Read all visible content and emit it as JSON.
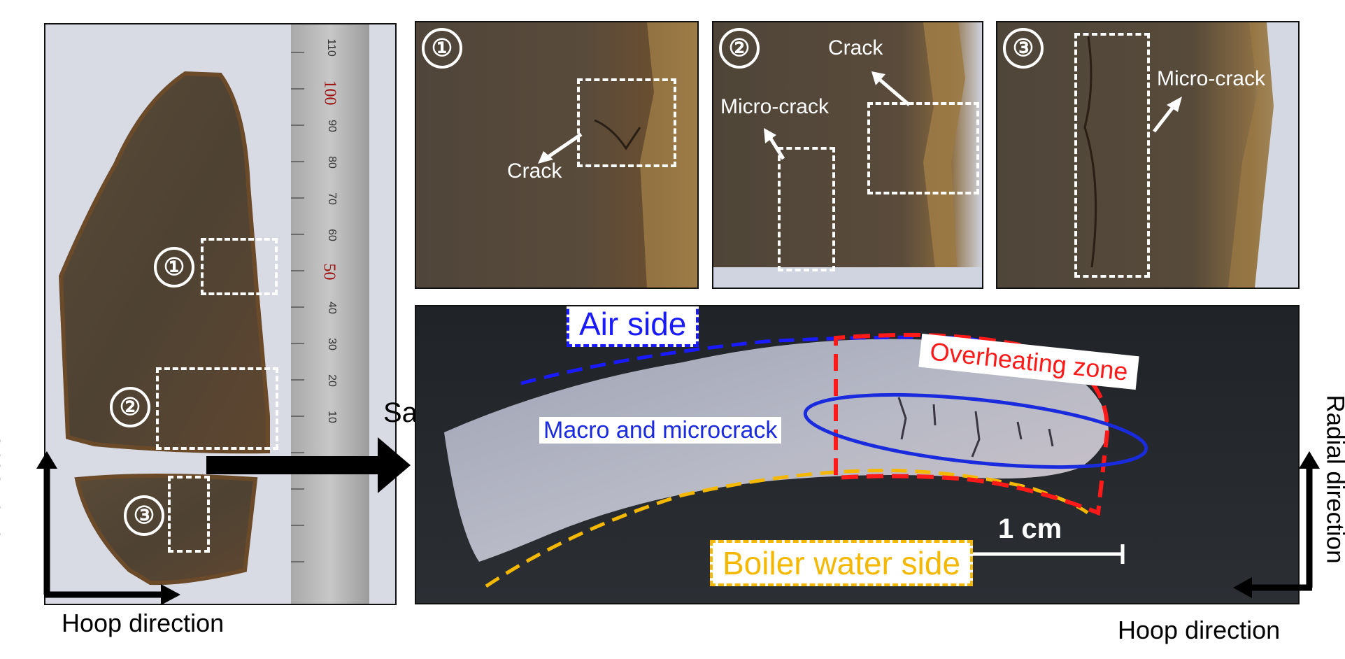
{
  "left_panel": {
    "markers": [
      "①",
      "②",
      "③"
    ],
    "ruler_numbers": [
      "110",
      "100",
      "90",
      "80",
      "70",
      "60",
      "50",
      "40",
      "30",
      "20",
      "10"
    ],
    "axis_vertical": "Axial direction",
    "axis_horizontal": "Hoop direction"
  },
  "sampling_label": "Sampling",
  "detail_panels": [
    {
      "marker": "①",
      "labels": [
        "Crack"
      ]
    },
    {
      "marker": "②",
      "labels": [
        "Crack",
        "Micro-crack"
      ]
    },
    {
      "marker": "③",
      "labels": [
        "Micro-crack"
      ]
    }
  ],
  "cross_section": {
    "air_side": "Air side",
    "overheating_zone": "Overheating zone",
    "macro_microcrack": "Macro and microcrack",
    "boiler_water_side": "Boiler water side",
    "scale": "1 cm",
    "axis_vertical": "Radial direction",
    "axis_horizontal": "Hoop direction"
  },
  "colors": {
    "air_side": "#1a1aff",
    "overheating": "#ff1a1a",
    "boiler_water": "#f5b800",
    "macro_ellipse": "#1a2bdd"
  }
}
